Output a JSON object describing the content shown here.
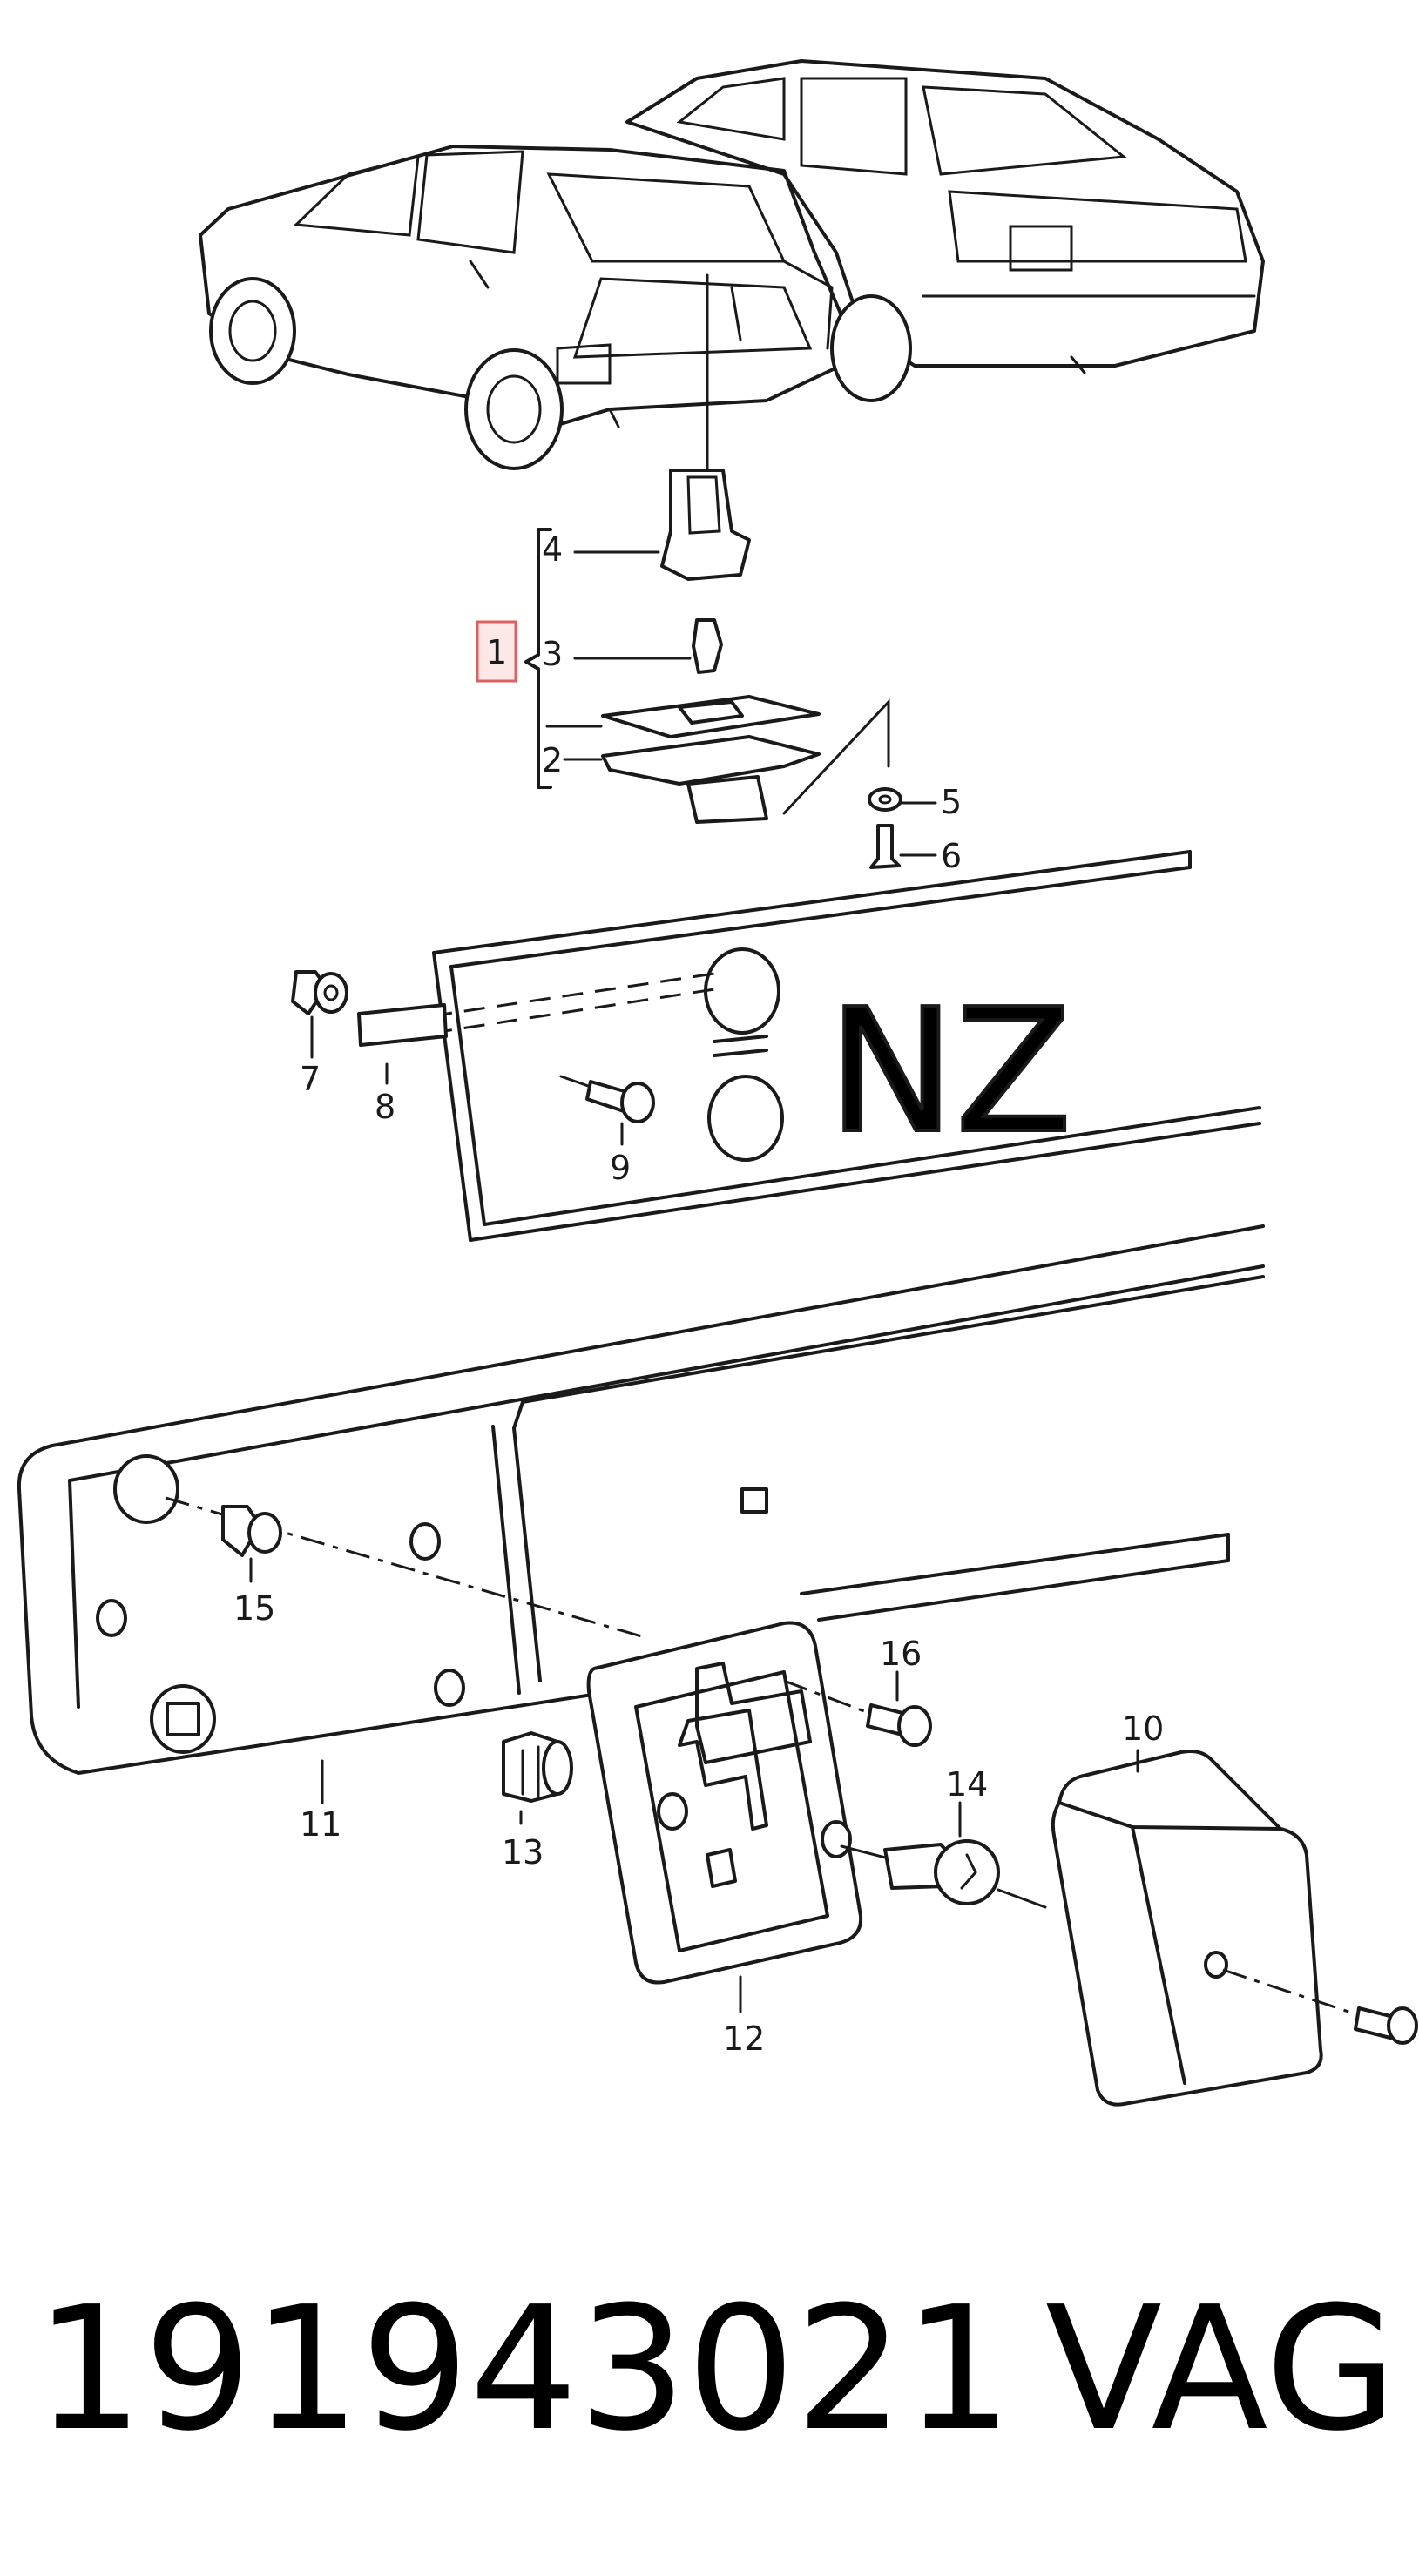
{
  "callouts": {
    "c1": "1",
    "c2": "2",
    "c3": "3",
    "c4": "4",
    "c5": "5",
    "c6": "6",
    "c7": "7",
    "c8": "8",
    "c9": "9",
    "c10": "10",
    "c11": "11",
    "c12": "12",
    "c13": "13",
    "c14": "14",
    "c15": "15",
    "c16": "16"
  },
  "plate_text": "NZ",
  "footer": {
    "part_number": "191943021",
    "brand": "VAG"
  },
  "highlight_color": "#e06060"
}
